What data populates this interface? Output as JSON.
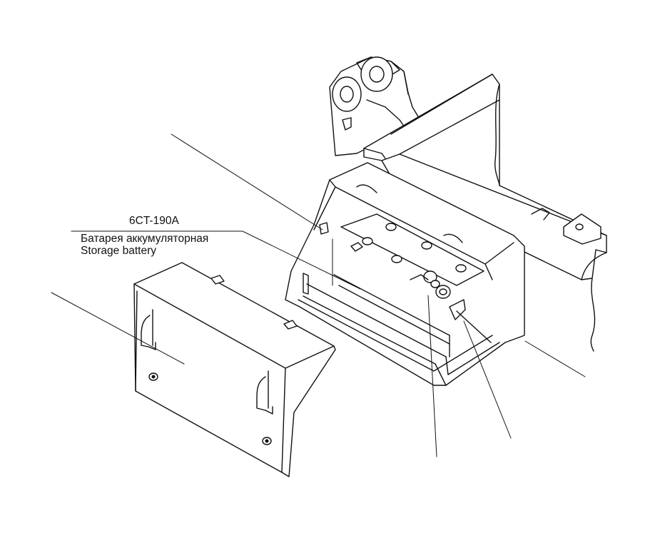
{
  "callout": {
    "model": "6CT-190A",
    "name_ru": "Батарея аккумуляторная",
    "name_en": "Storage battery"
  },
  "colors": {
    "line": "#111111",
    "background": "#ffffff"
  }
}
